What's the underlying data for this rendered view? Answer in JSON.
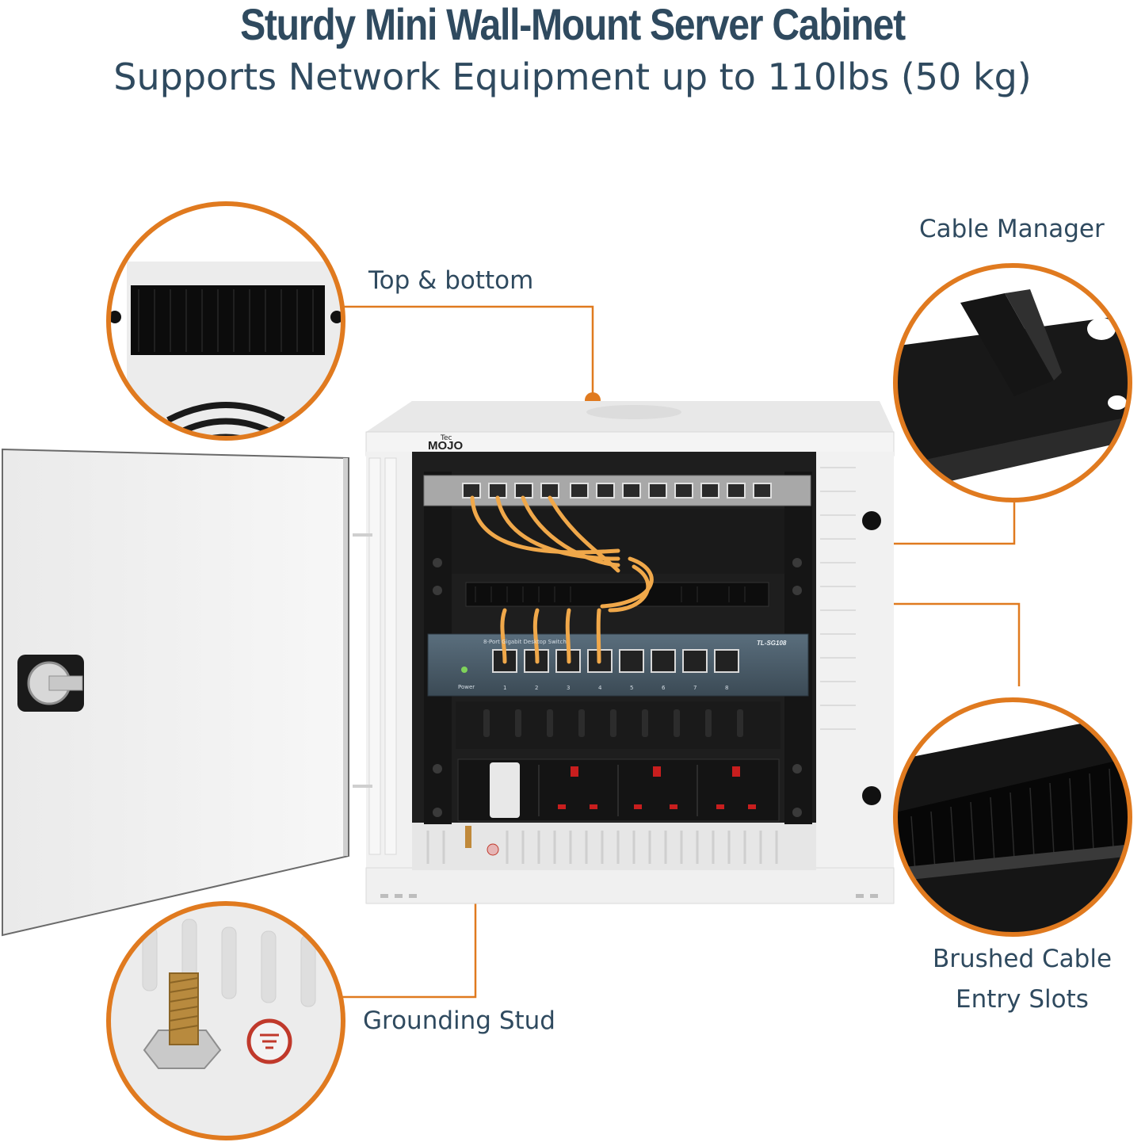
{
  "header": {
    "title": "Sturdy Mini Wall-Mount Server Cabinet",
    "subtitle": "Supports Network Equipment up to 110lbs (50 kg)"
  },
  "callouts": {
    "top_bottom": "Top & bottom",
    "cable_manager": "Cable Manager",
    "brushed_line1": "Brushed Cable",
    "brushed_line2": "Entry Slots",
    "grounding": "Grounding Stud"
  },
  "product": {
    "brand_small": "Tec",
    "brand": "MOJO",
    "switch_caption": "8-Port Gigabit Desktop Switch",
    "switch_model": "TL-SG108",
    "power_label": "Power",
    "port_numbers": [
      "1",
      "2",
      "3",
      "4",
      "5",
      "6",
      "7",
      "8"
    ]
  },
  "colors": {
    "accent": "#e07a1f",
    "text": "#2f4a5f",
    "cabinet": "#f2f2f2",
    "rack": "#1b1b1b",
    "cable": "#f0a84a"
  }
}
